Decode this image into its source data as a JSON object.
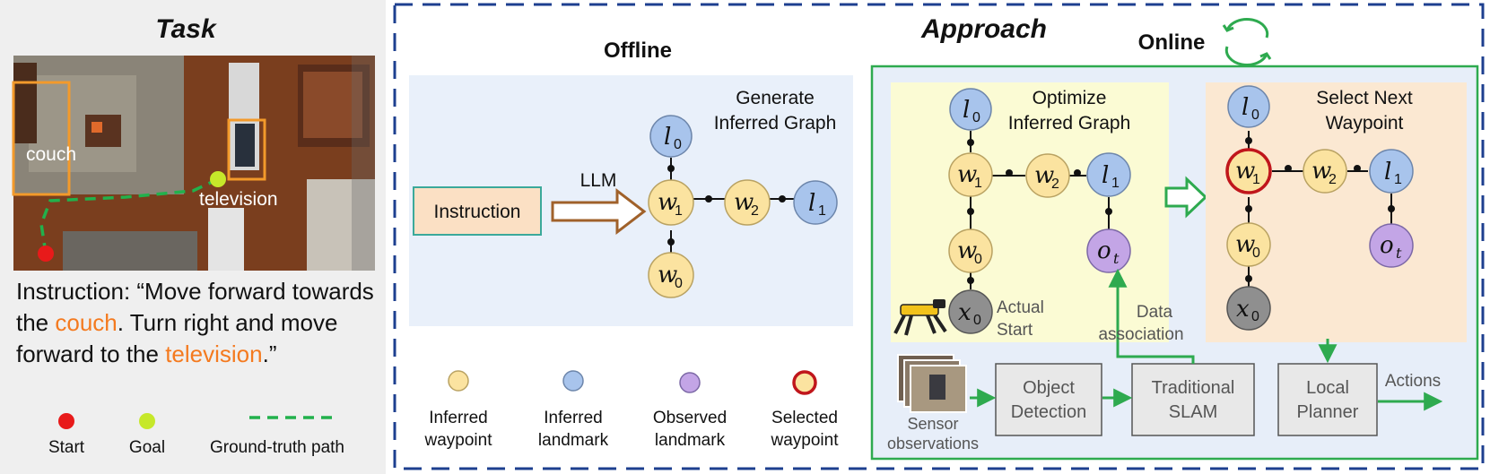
{
  "task": {
    "title": "Task",
    "map_labels": {
      "couch": "couch",
      "television": "television"
    },
    "instruction": {
      "prefix": "Instruction: “Move forward towards the ",
      "word1": "couch",
      "middle": ". Turn right and move forward to the ",
      "word2": "television",
      "suffix": ".”"
    },
    "legend": {
      "start": "Start",
      "goal": "Goal",
      "path": "Ground-truth path"
    }
  },
  "approach": {
    "title": "Approach",
    "offline": {
      "title": "Offline",
      "box_title": [
        "Generate",
        "Inferred Graph"
      ],
      "instruction_box": "Instruction",
      "arrow_label": "LLM",
      "nodes": {
        "w1": "w",
        "w1_sub": "1",
        "w2": "w",
        "w2_sub": "2",
        "l0": "l",
        "l0_sub": "0",
        "l1": "l",
        "l1_sub": "1",
        "w0": "w",
        "w0_sub": "0"
      }
    },
    "online": {
      "title": "Online",
      "optimize_title": [
        "Optimize",
        "Inferred Graph"
      ],
      "select_title": [
        "Select Next",
        "Waypoint"
      ],
      "actual_start": [
        "Actual",
        "Start"
      ],
      "data_association": [
        "Data",
        "association"
      ],
      "sensor": [
        "Sensor",
        "observations"
      ],
      "object_detection": [
        "Object",
        "Detection"
      ],
      "slam": [
        "Traditional",
        "SLAM"
      ],
      "planner": [
        "Local",
        "Planner"
      ],
      "actions": "Actions",
      "ot": "o",
      "ot_sub": "t",
      "x0": "x",
      "x0_sub": "0"
    },
    "legend": [
      {
        "line1": "Inferred",
        "line2": "waypoint"
      },
      {
        "line1": "Inferred",
        "line2": "landmark"
      },
      {
        "line1": "Observed",
        "line2": "landmark"
      },
      {
        "line1": "Selected",
        "line2": "waypoint"
      }
    ]
  },
  "colors": {
    "waypoint": "#fbe3a0",
    "landmark": "#a8c4ec",
    "observed": "#c3a5e6",
    "selected_border": "#c0161b",
    "highlight": "#f47a1f",
    "online_border": "#2eaa4f",
    "frame_border": "#1d3f8f"
  }
}
